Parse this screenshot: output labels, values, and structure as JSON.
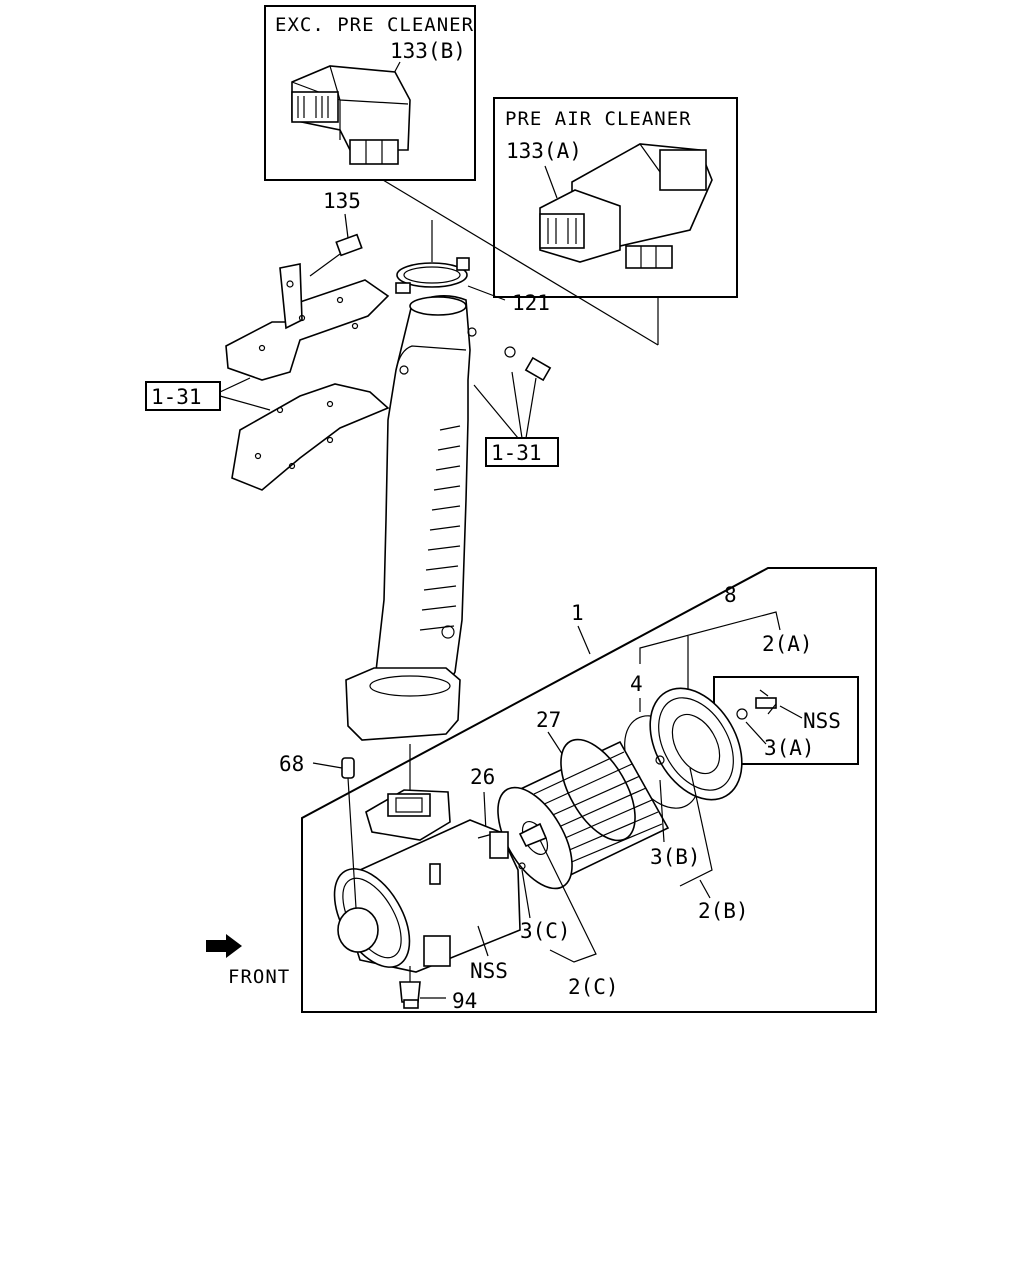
{
  "boxes": {
    "exc_pre_cleaner": "EXC. PRE CLEANER",
    "pre_air_cleaner": "PRE AIR CLEANER"
  },
  "labels": {
    "p133b": "133(B)",
    "p133a": "133(A)",
    "p135": "135",
    "p121": "121",
    "ref131_left": "1-31",
    "ref131_right": "1-31",
    "p1": "1",
    "p8": "8",
    "p2a": "2(A)",
    "p4": "4",
    "p27": "27",
    "nss_right": "NSS",
    "p3a": "3(A)",
    "p68": "68",
    "p26": "26",
    "p3b": "3(B)",
    "p2b": "2(B)",
    "p3c": "3(C)",
    "p2c": "2(C)",
    "nss_bottom": "NSS",
    "p94": "94",
    "front": "FRONT"
  }
}
